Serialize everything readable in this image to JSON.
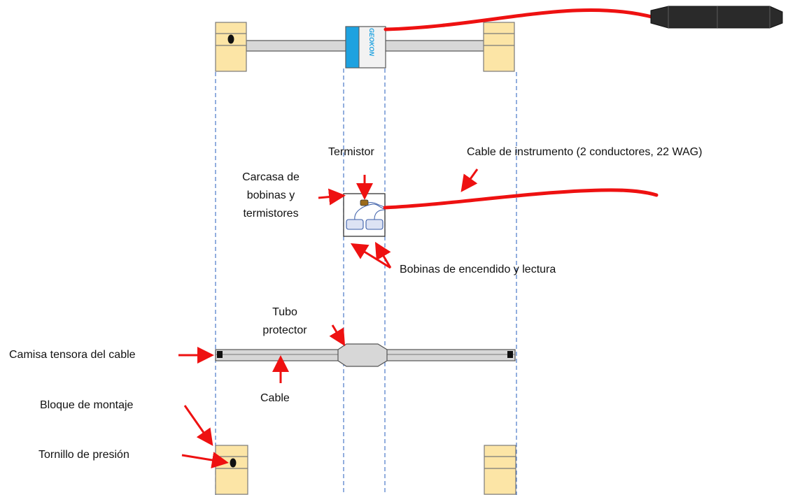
{
  "colors": {
    "cable_red": "#ee1111",
    "arrow_red": "#ee1111",
    "block_fill": "#fce5a6",
    "block_stroke": "#7a7a7a",
    "tube_fill": "#d7d7d7",
    "tube_stroke": "#555555",
    "guide_blue": "#4a78c8",
    "geokon_blue": "#1ea2e0",
    "connector_dark": "#2a2a2a"
  },
  "sensor_logo": "GEOKON",
  "labels": {
    "termistor": "Termistor",
    "cable_instrumento": "Cable de instrumento (2 conductores, 22 WAG)",
    "carcasa_l1": "Carcasa de",
    "carcasa_l2": "bobinas y",
    "carcasa_l3": "termistores",
    "bobinas": "Bobinas de encendido y lectura",
    "tubo_l1": "Tubo",
    "tubo_l2": "protector",
    "camisa": "Camisa tensora del cable",
    "cable": "Cable",
    "bloque": "Bloque de montaje",
    "tornillo": "Tornillo de presión"
  }
}
